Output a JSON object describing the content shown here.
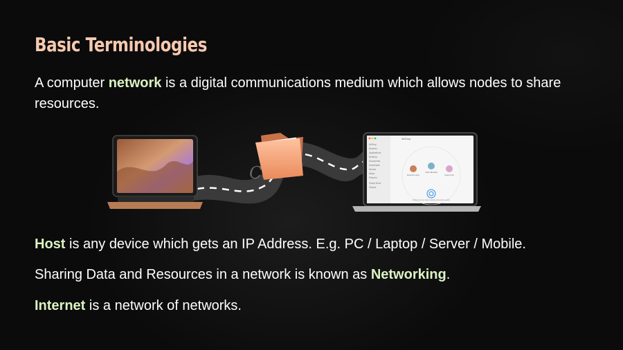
{
  "slide": {
    "title": "Basic Terminologies",
    "intro": {
      "before": "A computer ",
      "highlight": "network",
      "after": " is a digital communications medium which allows nodes to share resources."
    },
    "host": {
      "highlight": "Host",
      "after": " is any device which gets an IP Address. E.g. PC / Laptop / Server / Mobile."
    },
    "networking": {
      "before": "Sharing Data and Resources in a network is known as ",
      "highlight": "Networking",
      "after": "."
    },
    "internet": {
      "highlight": "Internet",
      "after": " is a network of networks."
    }
  },
  "illustration": {
    "road_watermark": "Can",
    "screen_window_title": "AirDrop",
    "sidebar_items": [
      "AirDrop",
      "Recents",
      "Applications",
      "Desktop",
      "Documents",
      "Downloads",
      "Movies",
      "Music",
      "Pictures",
      "iCloud Drive",
      "Shared"
    ],
    "contacts": [
      "Emerson Lupin",
      "Justin Bonvalet",
      "Laura Irvine"
    ],
    "airdrop_caption": "AirDrop lets you share instantly with people nearby.",
    "colors": {
      "title": "#f6c9ae",
      "highlight": "#dcf3c2",
      "road": "#3a3a3a",
      "folder": "#f5a77a",
      "laptop_left": "#b87c54"
    }
  }
}
